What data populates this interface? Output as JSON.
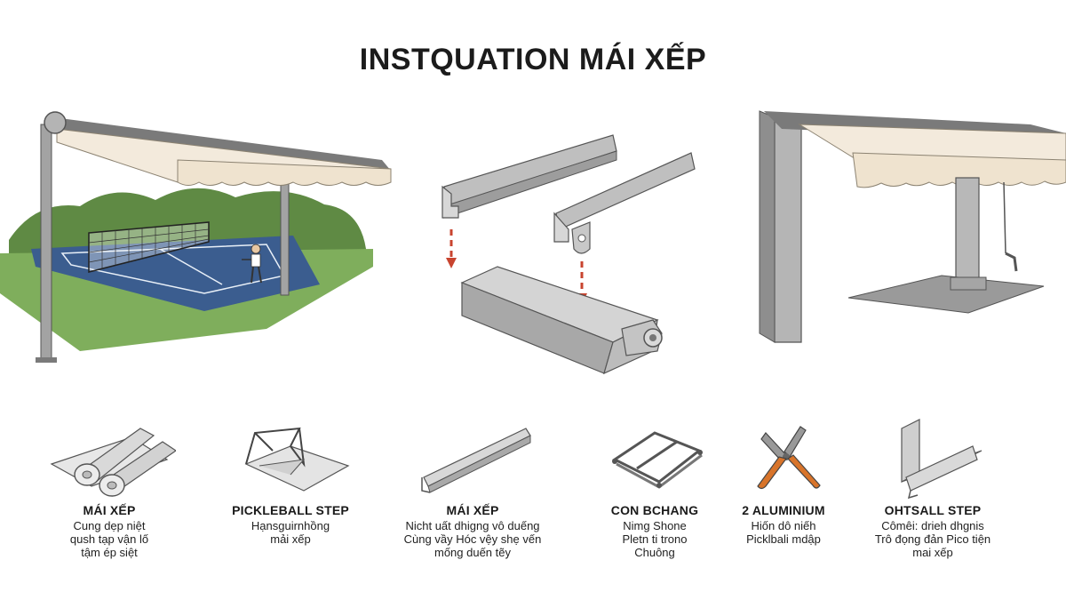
{
  "title": "INSTQUATION MÁI XẾP",
  "items": [
    {
      "label": "MÁI XẾP",
      "desc": [
        "Cung dẹp niệt",
        "qush tạp vận lố",
        "tậm ép siệt"
      ],
      "icon": "fabric-roll-icon"
    },
    {
      "label": "PICKLEBALL STEP",
      "desc": [
        "Hạnsguirnhồng",
        "mải xếp"
      ],
      "icon": "frame-panel-icon"
    },
    {
      "label": "MÁI XẾP",
      "desc": [
        "Nicht uất dhigng vô duếng",
        "Cùng vầy Hóc vệy shẹ vến",
        "mống duến tẽy"
      ],
      "icon": "rail-profile-icon"
    },
    {
      "label": "CON BCHANG",
      "desc": [
        "Nimg Shone",
        "Pletn ti trono",
        "Chuông"
      ],
      "icon": "frame-bracket-icon"
    },
    {
      "label": "2 ALUMINIUM",
      "desc": [
        "Hiốn dô niếh",
        "Picklbali mdập"
      ],
      "icon": "pliers-icon"
    },
    {
      "label": "OHTSALL STEP",
      "desc": [
        "Cômêi: drieh dhgnis",
        "Trô đọng đản Pico tiện",
        "mai xếp"
      ],
      "icon": "channel-bracket-icon"
    }
  ],
  "colors": {
    "canopy": "#f3eadc",
    "frame": "#9a9a9a",
    "court": "#3b5d8f",
    "grass": "#7fae5c",
    "arrow": "#c8442f"
  }
}
